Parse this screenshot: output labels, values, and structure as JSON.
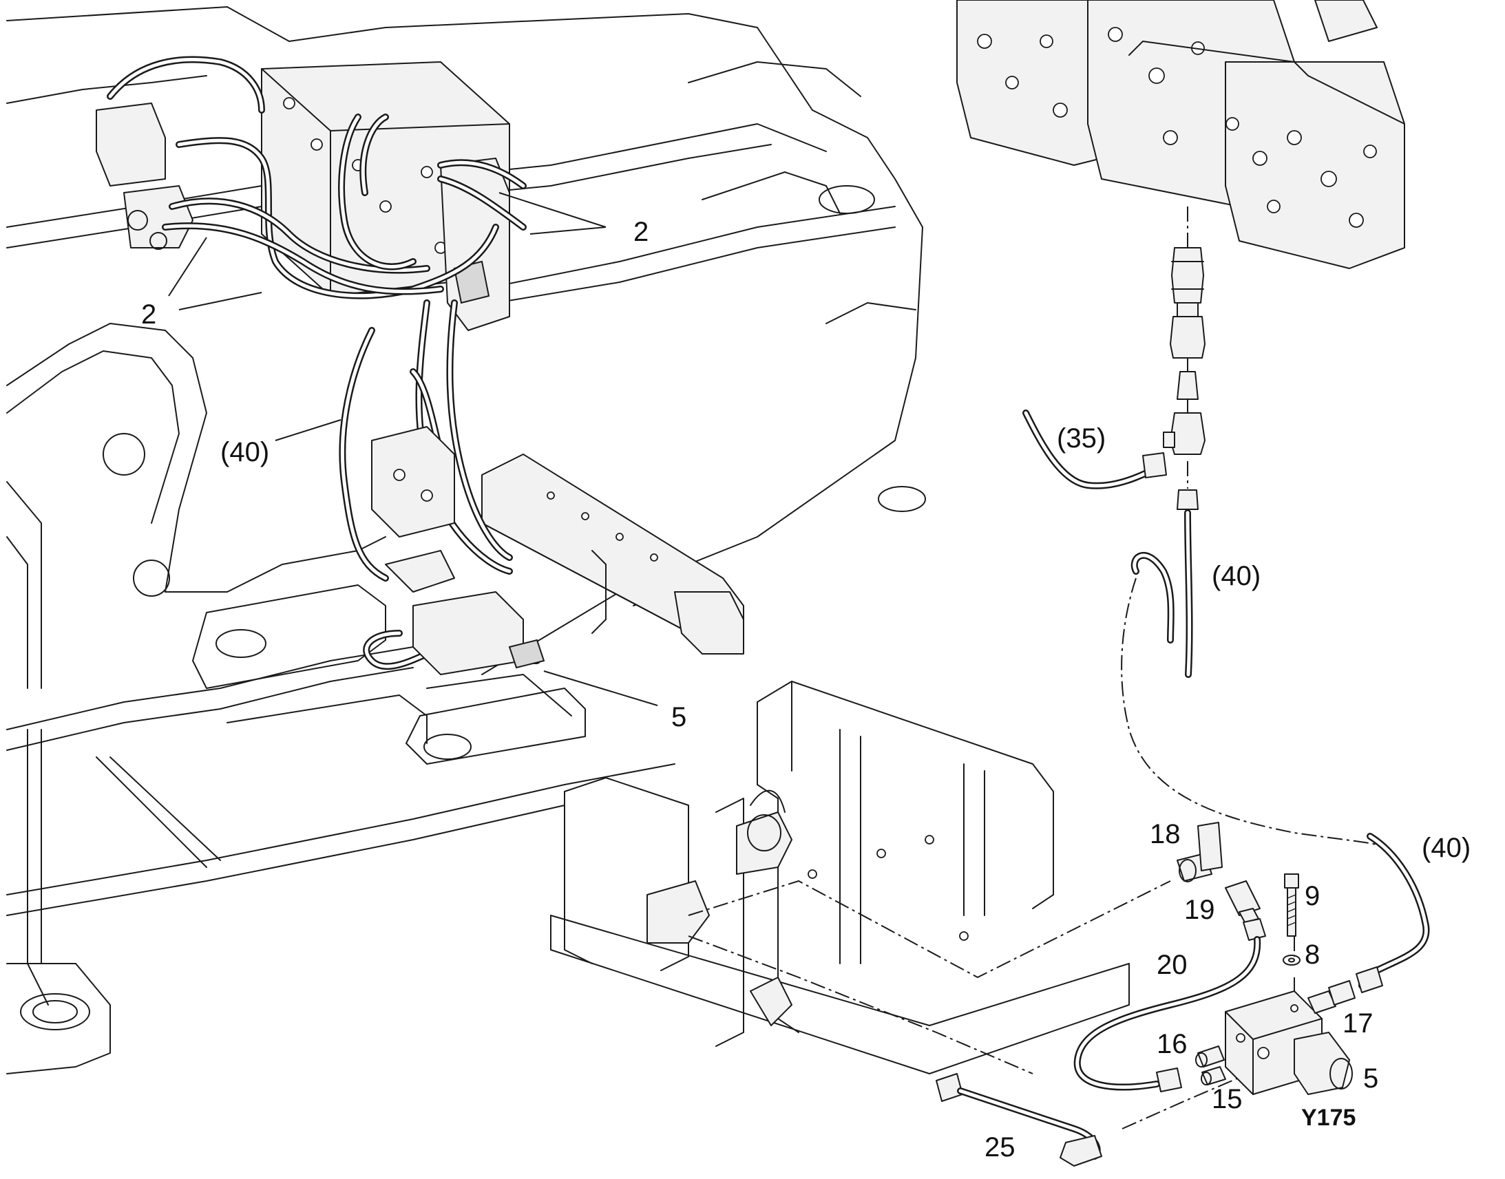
{
  "callouts": {
    "c2_right": "2",
    "c2_left": "2",
    "c40_left": "(40)",
    "c5_main": "5",
    "c35": "(35)",
    "c40_upper_right": "(40)",
    "c40_lower_right": "(40)",
    "c18": "18",
    "c19": "19",
    "c9": "9",
    "c8": "8",
    "c20": "20",
    "c17": "17",
    "c16": "16",
    "c15": "15",
    "c5_detail": "5",
    "y175": "Y175",
    "c25": "25"
  },
  "colors": {
    "line": "#1a1a1a",
    "part_fill": "#f2f2f2",
    "background": "#ffffff"
  }
}
